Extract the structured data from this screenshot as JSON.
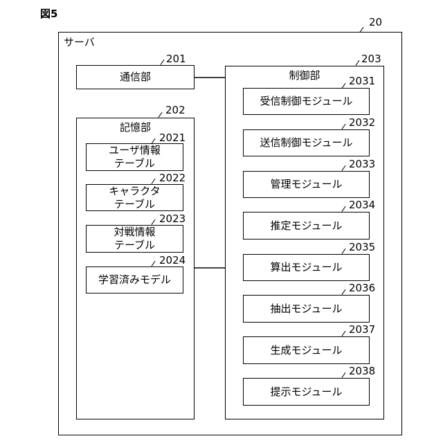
{
  "figure_title": "図5",
  "server": {
    "ref": "20",
    "label": "サーバ"
  },
  "comm": {
    "ref": "201",
    "label": "通信部"
  },
  "storage": {
    "ref": "202",
    "label": "記憶部",
    "items": [
      {
        "ref": "2021",
        "label": "ユーザ情報\nテーブル"
      },
      {
        "ref": "2022",
        "label": "キャラクタ\nテーブル"
      },
      {
        "ref": "2023",
        "label": "対戦情報\nテーブル"
      },
      {
        "ref": "2024",
        "label": "学習済みモデル"
      }
    ]
  },
  "control": {
    "ref": "203",
    "label": "制御部",
    "modules": [
      {
        "ref": "2031",
        "label": "受信制御モジュール"
      },
      {
        "ref": "2032",
        "label": "送信制御モジュール"
      },
      {
        "ref": "2033",
        "label": "管理モジュール"
      },
      {
        "ref": "2034",
        "label": "推定モジュール"
      },
      {
        "ref": "2035",
        "label": "算出モジュール"
      },
      {
        "ref": "2036",
        "label": "抽出モジュール"
      },
      {
        "ref": "2037",
        "label": "生成モジュール"
      },
      {
        "ref": "2038",
        "label": "提示モジュール"
      }
    ]
  }
}
